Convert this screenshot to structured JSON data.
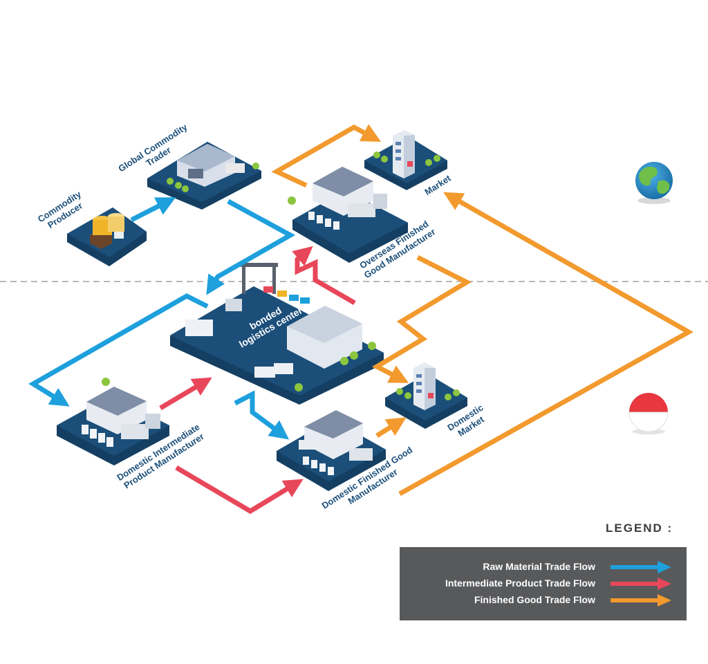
{
  "nodes": {
    "commodity_producer": "Commodity\nProducer",
    "global_commodity_trader": "Global Commodity\nTrader",
    "market": "Market",
    "overseas_finished_good_manufacturer": "Overseas Finished\nGood Manufacturer",
    "bonded_logistics_center": "bonded\nlogistics center",
    "domestic_intermediate_product_manufacturer": "Domestic Intermediate\nProduct Manufacturer",
    "domestic_finished_good_manufacturer": "Domestic Finished Good\nManufacturer",
    "domestic_market": "Domestic\nMarket"
  },
  "legend": {
    "title": "LEGEND :",
    "items": [
      {
        "label": "Raw Material Trade Flow",
        "color": "#1ea0dd"
      },
      {
        "label": "Intermediate Product Trade Flow",
        "color": "#e8475a"
      },
      {
        "label": "Finished Good Trade Flow",
        "color": "#f29a2e"
      }
    ]
  },
  "regions": {
    "overseas_icon": "globe-icon",
    "domestic_icon": "indonesia-flag-icon"
  },
  "colors": {
    "raw_material": "#1ea0dd",
    "intermediate": "#e8475a",
    "finished_good": "#f29a2e",
    "platform": "#1b4f7a",
    "label": "#1b4f7a"
  }
}
